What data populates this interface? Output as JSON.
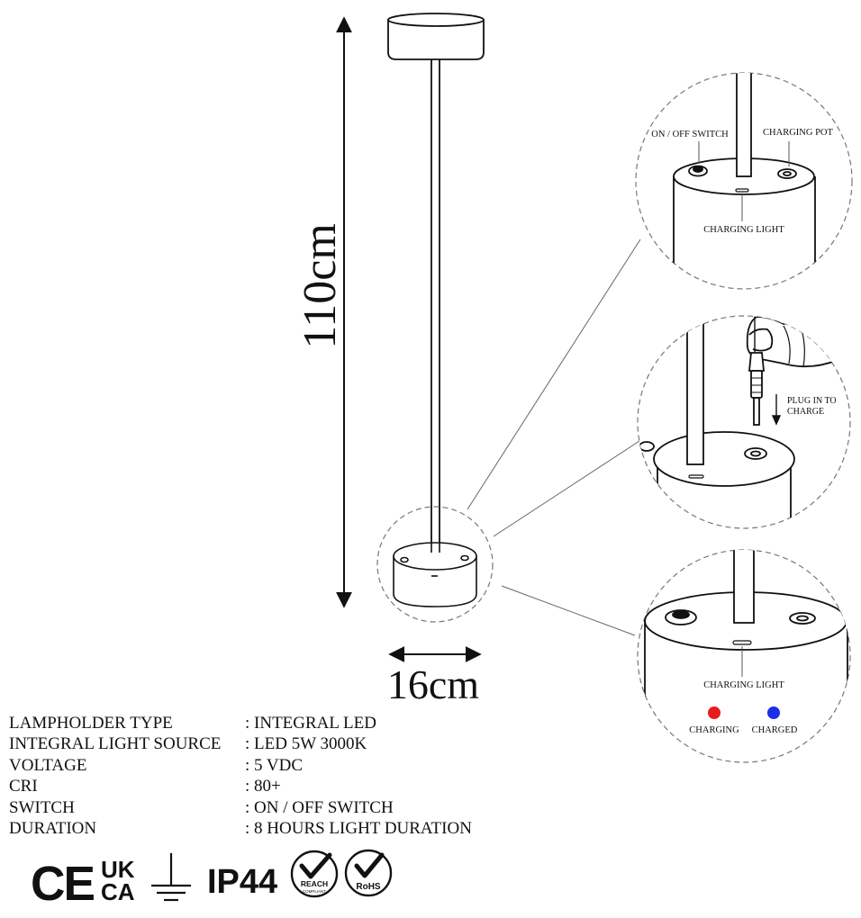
{
  "dimensions": {
    "height": "110cm",
    "width": "16cm"
  },
  "callouts": {
    "switch_label": "ON / OFF SWITCH",
    "charging_port_label": "CHARGING POT",
    "charging_light_label": "CHARGING LIGHT",
    "plug_label_line1": "PLUG IN TO",
    "plug_label_line2": "CHARGE",
    "charging_light_label_2": "CHARGING LIGHT",
    "charging_state": "CHARGING",
    "charged_state": "CHARGED"
  },
  "indicator_colors": {
    "charging": "#e81c1c",
    "charged": "#1c2ee8"
  },
  "specs": [
    {
      "label": "LAMPHOLDER TYPE",
      "value": ": INTEGRAL LED"
    },
    {
      "label": "INTEGRAL LIGHT SOURCE",
      "value": ": LED 5W 3000K"
    },
    {
      "label": "VOLTAGE",
      "value": ": 5 VDC"
    },
    {
      "label": "CRI",
      "value": ": 80+"
    },
    {
      "label": "SWITCH",
      "value": ": ON / OFF SWITCH"
    },
    {
      "label": "DURATION",
      "value": ": 8 HOURS LIGHT DURATION"
    }
  ],
  "certifications": {
    "ce": "CE",
    "ukca_line1": "UK",
    "ukca_line2": "CA",
    "ground_icon": "ground-symbol-icon",
    "ip_rating": "IP44",
    "reach": "REACH",
    "reach_sub": "COMPLIANT",
    "rohs": "RoHS"
  }
}
